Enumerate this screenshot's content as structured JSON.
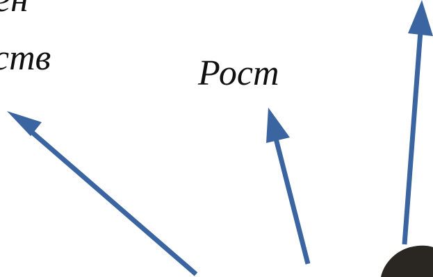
{
  "labels": {
    "top_left_line1": "ен",
    "top_left_line2": "ств",
    "center": "Рост"
  },
  "colors": {
    "arrow": "#3a65a0",
    "text": "#111111",
    "photo_dark": "#2a2622",
    "background": "#ffffff"
  },
  "arrows": [
    {
      "name": "arrow-to-left-label"
    },
    {
      "name": "arrow-to-center-label"
    },
    {
      "name": "arrow-to-right-offscreen"
    }
  ]
}
